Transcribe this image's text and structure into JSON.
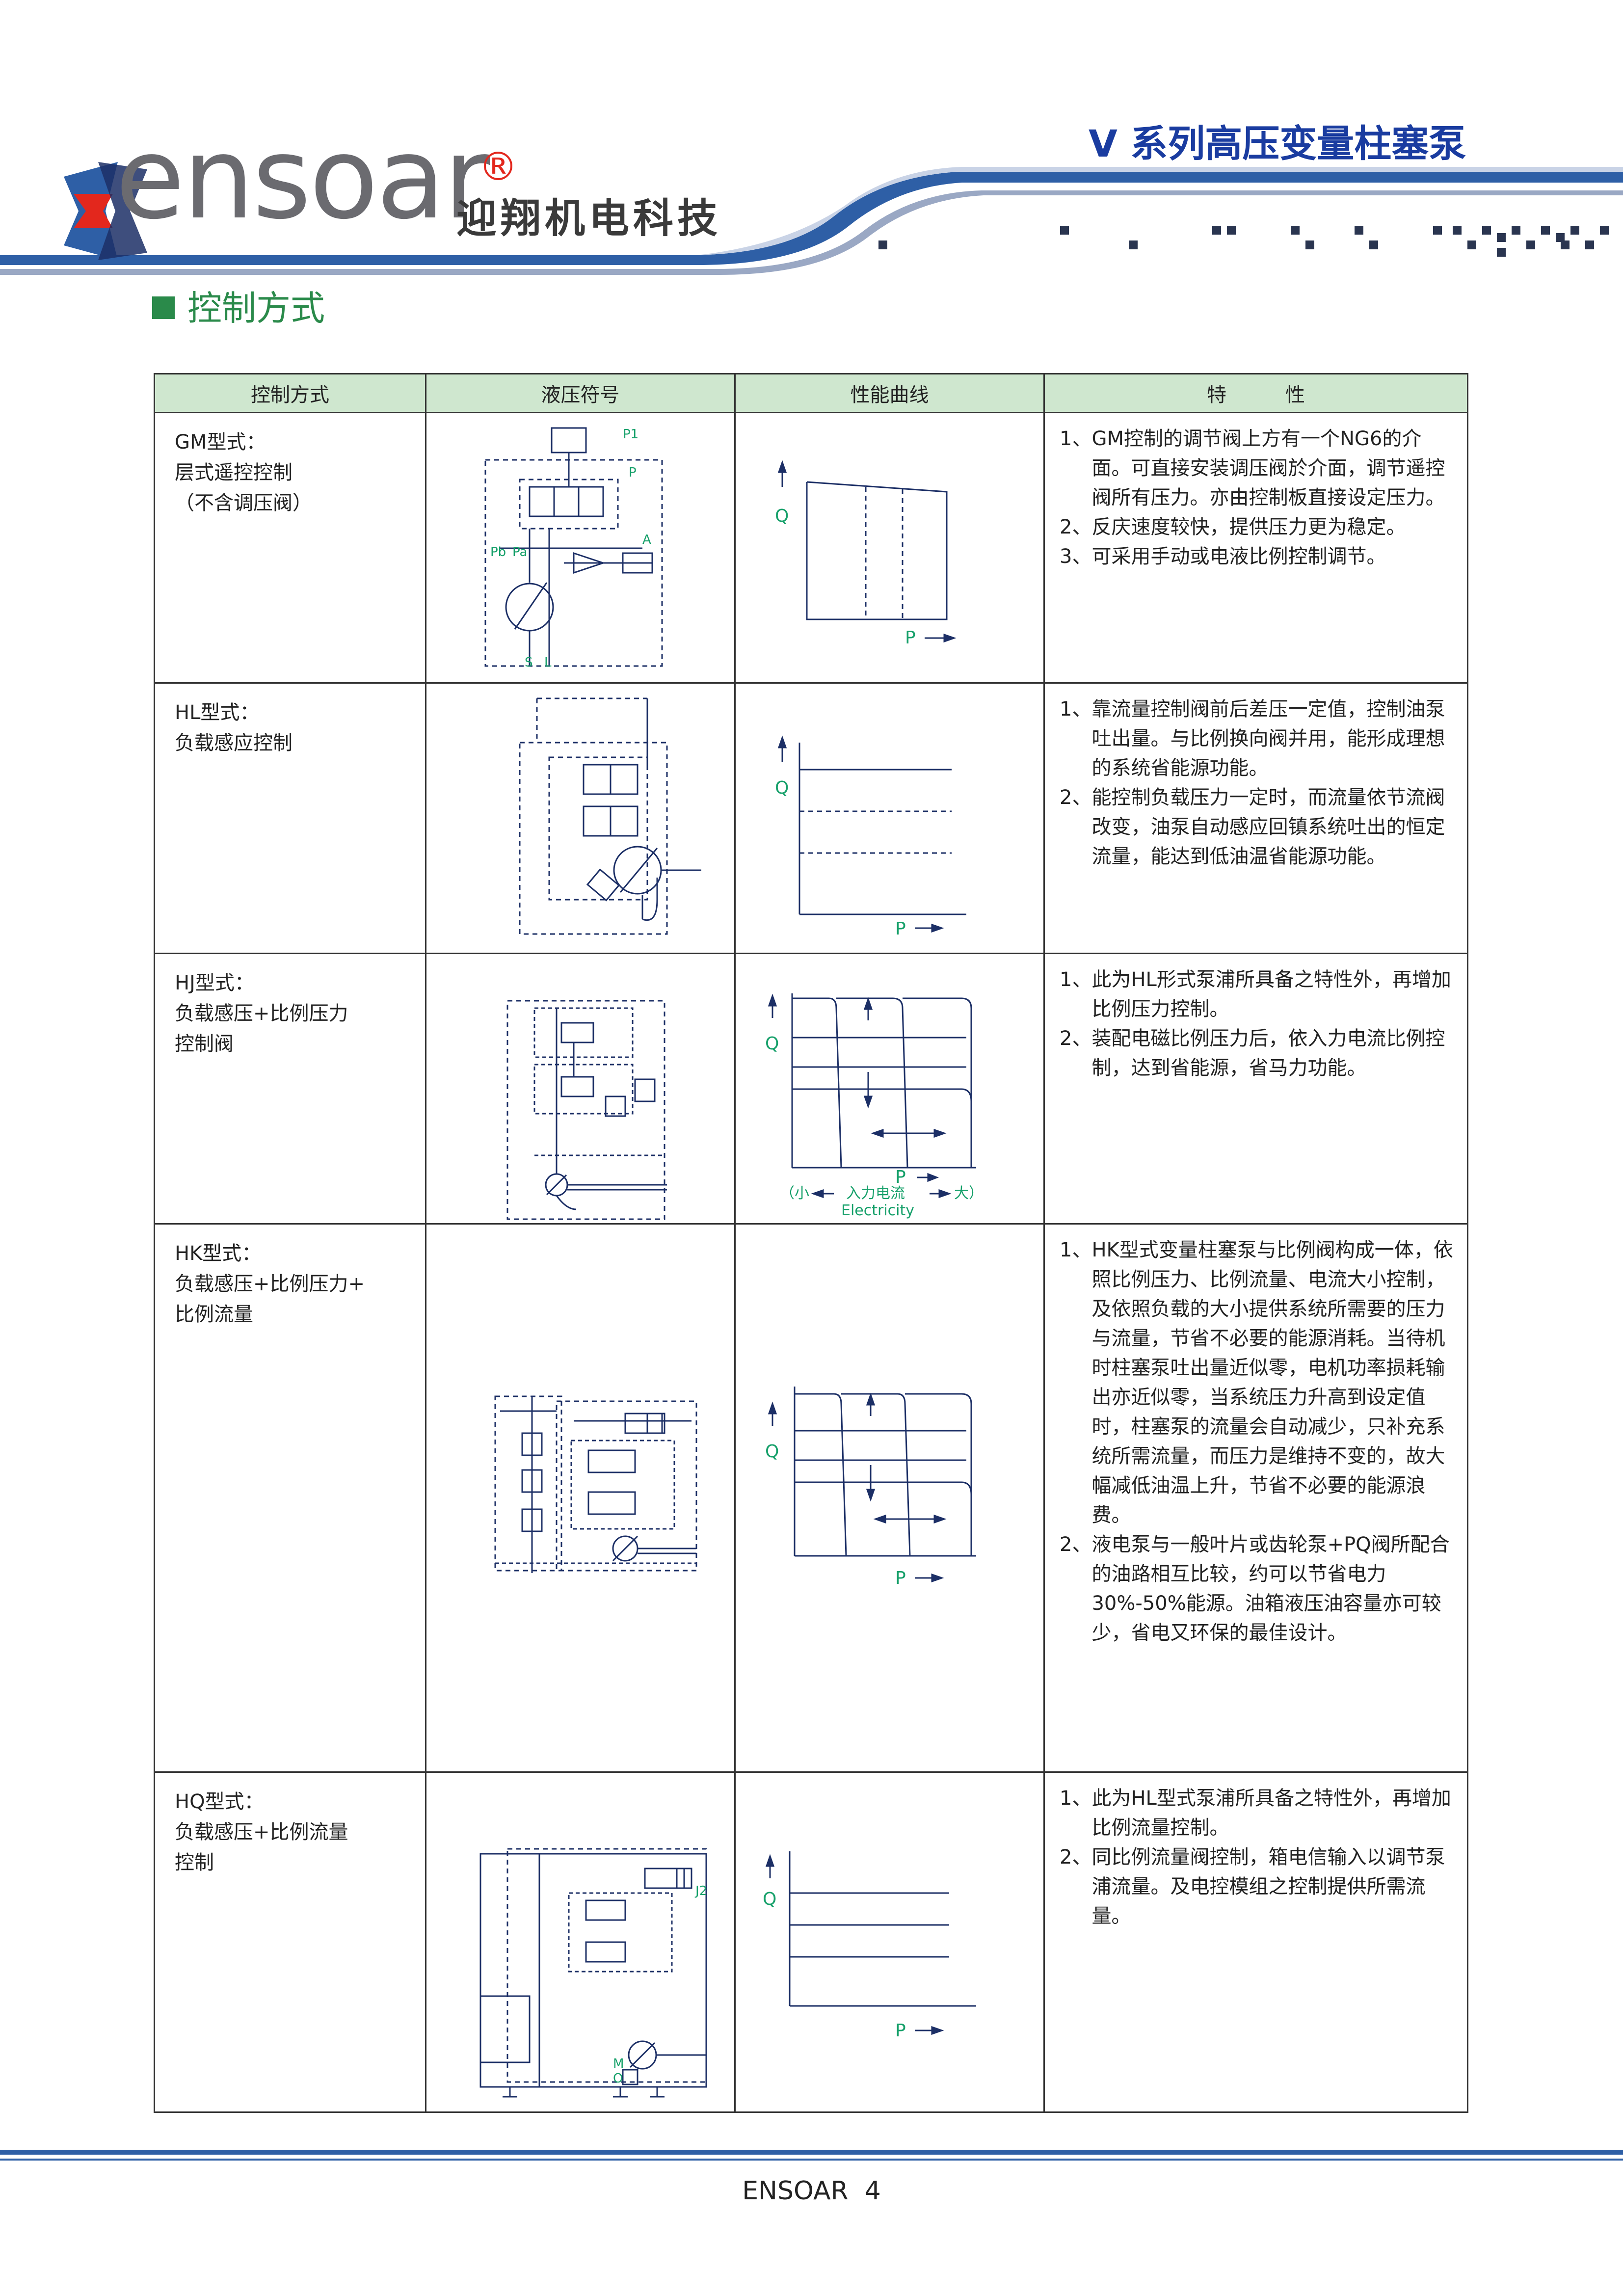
{
  "header": {
    "logo_word": "ensoar",
    "registered_mark": "®",
    "company_cn": "迎翔机电科技",
    "series_title": "V 系列高压变量柱塞泵",
    "colors": {
      "logo_blue": "#2e5fa6",
      "logo_red": "#e3271d",
      "title_blue": "#1a3ca0"
    }
  },
  "section": {
    "title": "控制方式",
    "bullet_icon": "square-bullet-icon",
    "color": "#2a8a4a"
  },
  "table": {
    "headers": [
      "控制方式",
      "液压符号",
      "性能曲线",
      "特　　　性"
    ],
    "rows": [
      {
        "mode": [
          "GM型式：",
          "层式遥控控制",
          "（不含调压阀）"
        ],
        "features": [
          {
            "num": "1、",
            "text": "GM控制的调节阀上方有一个NG6的介面。可直接安装调压阀於介面，调节遥控阀所有压力。亦由控制板直接设定压力。"
          },
          {
            "num": "2、",
            "text": "反庆速度较快，提供压力更为稳定。"
          },
          {
            "num": "3、",
            "text": "可采用手动或电液比例控制调节。"
          }
        ],
        "symbol_labels": [
          "P1",
          "P",
          "A",
          "Pb",
          "Pa",
          "S",
          "L"
        ],
        "curve": {
          "y": "Q",
          "x": "P"
        }
      },
      {
        "mode": [
          "HL型式：",
          "负载感应控制"
        ],
        "features": [
          {
            "num": "1、",
            "text": "靠流量控制阀前后差压一定值，控制油泵吐出量。与比例换向阀并用，能形成理想的系统省能源功能。"
          },
          {
            "num": "2、",
            "text": "能控制负载压力一定时，而流量依节流阀改变，油泵自动感应回镇系统吐出的恒定流量，能达到低油温省能源功能。"
          }
        ],
        "curve": {
          "y": "Q",
          "x": "P"
        }
      },
      {
        "mode": [
          "HJ型式：",
          "负载感压+比例压力",
          "控制阀"
        ],
        "features": [
          {
            "num": "1、",
            "text": "此为HL形式泵浦所具备之特性外，再增加比例压力控制。"
          },
          {
            "num": "2、",
            "text": "装配电磁比例压力后，依入力电流比例控制，达到省能源，省马力功能。"
          }
        ],
        "curve": {
          "y": "Q",
          "x": "P",
          "note_small": "（小",
          "note_mid": "入力电流",
          "note_big": "大）",
          "note_en": "Electricity"
        }
      },
      {
        "mode": [
          "HK型式：",
          "负载感压+比例压力+",
          "比例流量"
        ],
        "features": [
          {
            "num": "1、",
            "text": "HK型式变量柱塞泵与比例阀构成一体，依照比例压力、比例流量、电流大小控制，及依照负载的大小提供系统所需要的压力与流量，节省不必要的能源消耗。当待机时柱塞泵吐出量近似零，电机功率损耗输出亦近似零，当系统压力升高到设定值时，柱塞泵的流量会自动减少，只补充系统所需流量，而压力是维持不变的，故大幅减低油温上升，节省不必要的能源浪费。"
          },
          {
            "num": "2、",
            "text": "液电泵与一般叶片或齿轮泵+PQ阀所配合的油路相互比较，约可以节省电力30%-50%能源。油箱液压油容量亦可较少，省电又环保的最佳设计。"
          }
        ],
        "curve": {
          "y": "Q",
          "x": "P"
        }
      },
      {
        "mode": [
          "HQ型式：",
          "负载感压+比例流量",
          "控制"
        ],
        "features": [
          {
            "num": "1、",
            "text": "此为HL型式泵浦所具备之特性外，再增加比例流量控制。"
          },
          {
            "num": "2、",
            "text": "同比例流量阀控制，箱电信输入以调节泵浦流量。及电控模组之控制提供所需流量。"
          }
        ],
        "symbol_labels": [
          "J2",
          "M",
          "O"
        ],
        "curve": {
          "y": "Q",
          "x": "P"
        }
      }
    ]
  },
  "footer": {
    "text": "ENSOAR  4"
  }
}
